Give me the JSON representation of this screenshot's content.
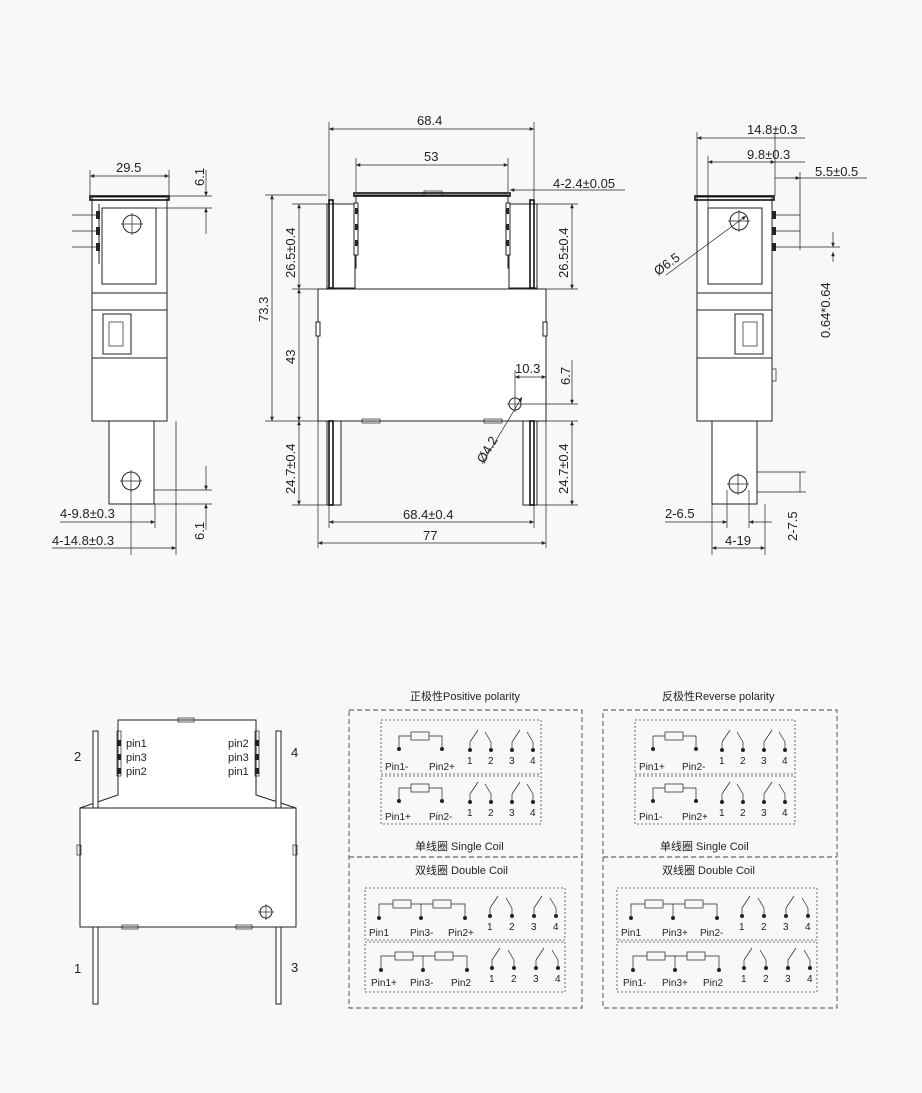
{
  "dimensions": {
    "left_width": "29.5",
    "left_top_offset": "6.1",
    "left_bottom_offset": "6.1",
    "left_hole_pos_inner": "4-9.8±0.3",
    "left_hole_pos_outer": "4-14.8±0.3",
    "front_width_top": "68.4",
    "front_width_inner": "53",
    "front_slot_width": "4-2.4±0.05",
    "front_height_total": "73.3",
    "front_upper_left": "26.5±0.4",
    "front_upper_right": "26.5±0.4",
    "front_body_height": "43",
    "front_lower_left": "24.7±0.4",
    "front_lower_right": "24.7±0.4",
    "front_hole_x": "10.3",
    "front_hole_y": "6.7",
    "front_hole_dia": "Ø4.2",
    "front_width_bottom": "68.4±0.4",
    "front_width_overall": "77",
    "right_top_1": "14.8±0.3",
    "right_top_2": "9.8±0.3",
    "right_pin_offset": "5.5±0.5",
    "right_hole_dia": "Ø6.5",
    "right_pin_size": "0.64*0.64",
    "right_bottom_hole": "2-6.5",
    "right_bottom_width": "4-19",
    "right_bottom_height": "2-7.5"
  },
  "terminal_view": {
    "labels_left": [
      "pin1",
      "pin3",
      "pin2"
    ],
    "labels_right": [
      "pin2",
      "pin3",
      "pin1"
    ],
    "terminal_numbers": [
      "2",
      "4",
      "1",
      "3"
    ]
  },
  "schematics": {
    "positive_title": "正极性Positive polarity",
    "reverse_title": "反极性Reverse polarity",
    "single_coil_label": "单线圈  Single Coil",
    "double_coil_label": "双线圈  Double Coil",
    "positive_single_a": [
      "Pin1-",
      "Pin2+"
    ],
    "positive_single_b": [
      "Pin1+",
      "Pin2-"
    ],
    "reverse_single_a": [
      "Pin1+",
      "Pin2-"
    ],
    "reverse_single_b": [
      "Pin1-",
      "Pin2+"
    ],
    "positive_double_a": [
      "Pin1",
      "Pin3-",
      "Pin2+"
    ],
    "positive_double_b": [
      "Pin1+",
      "Pin3-",
      "Pin2"
    ],
    "reverse_double_a": [
      "Pin1",
      "Pin3+",
      "Pin2-"
    ],
    "reverse_double_b": [
      "Pin1-",
      "Pin3+",
      "Pin2"
    ],
    "contact_numbers": [
      "1",
      "2",
      "3",
      "4"
    ]
  }
}
